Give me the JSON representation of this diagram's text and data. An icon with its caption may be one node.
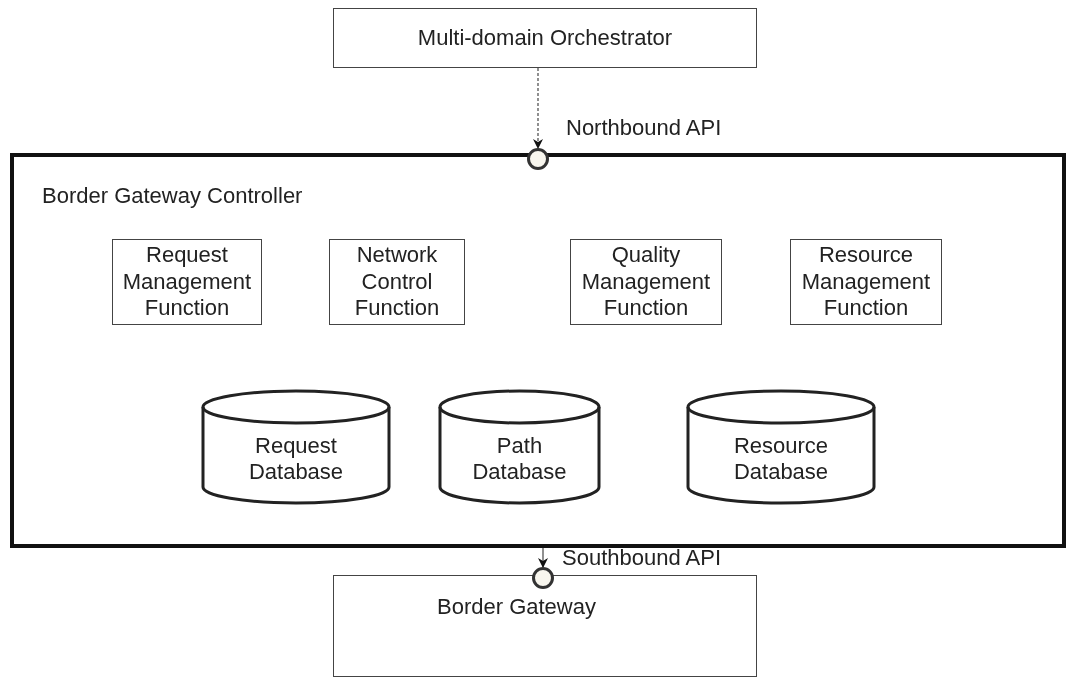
{
  "diagram": {
    "nodes": [
      {
        "text": [
          "Multi-domain Orchestrator"
        ]
      },
      {
        "text": [],
        "shape": "circle",
        "beside": [
          "Northbound API"
        ]
      },
      {
        "text": [
          "Border Gateway Controller"
        ]
      },
      {
        "text": [
          "Request Management Function"
        ],
        "in": 2
      },
      {
        "text": [
          "Network Control Function"
        ],
        "in": 2
      },
      {
        "text": [
          "Quality Management Function"
        ],
        "in": 2
      },
      {
        "text": [
          "Resource Management Function"
        ],
        "in": 2
      },
      {
        "text": [
          "Request Database"
        ],
        "in": 2
      },
      {
        "text": [
          "Path Database"
        ],
        "in": 2
      },
      {
        "text": [
          "Resource Database"
        ],
        "in": 2
      },
      {
        "text": [],
        "shape": "circle",
        "beside": [
          "Southbound API"
        ]
      },
      {
        "text": [
          "Border Gateway"
        ]
      }
    ],
    "edges": [
      {
        "from": 0,
        "to": 1,
        "arrow": "to",
        "style": "dashed"
      },
      {
        "from": 2,
        "to": 10,
        "arrow": "to"
      }
    ]
  }
}
